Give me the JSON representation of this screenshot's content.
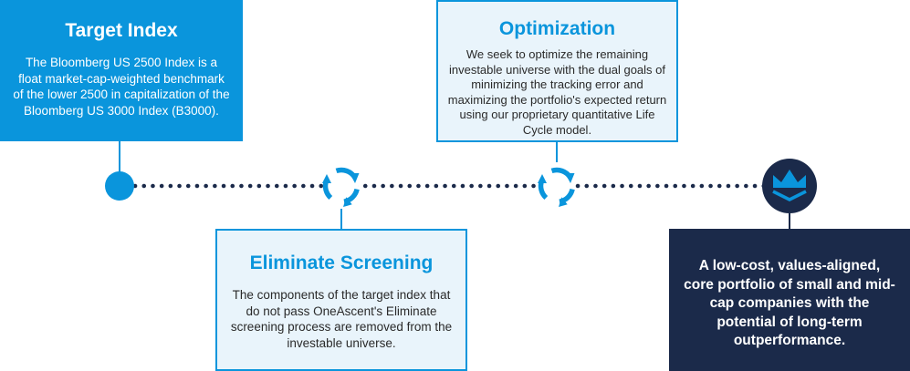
{
  "steps": {
    "target_index": {
      "title": "Target Index",
      "text": "The Bloomberg US 2500 Index is a float market-cap-weighted benchmark of the lower 2500 in capitalization of the Bloomberg US 3000 Index (B3000)."
    },
    "eliminate_screening": {
      "title": "Eliminate Screening",
      "text": "The components of the target index that do not pass OneAscent's Eliminate screening process are removed from the investable universe."
    },
    "optimization": {
      "title": "Optimization",
      "text": "We seek to optimize the remaining investable universe with the dual goals of minimizing the tracking error and maximizing the portfolio's expected return using our proprietary quantitative Life Cycle model."
    },
    "outcome": {
      "text": "A low-cost, values-aligned, core portfolio of small and mid-cap companies with the potential of long-term outperformance."
    }
  },
  "icons": [
    "start-dot-icon",
    "cycle-arrows-icon",
    "cycle-arrows-icon",
    "crown-icon"
  ],
  "colors": {
    "primary_blue": "#0a95dc",
    "light_blue_bg": "#e9f4fb",
    "navy": "#1b2a4a",
    "timeline_dots": "#1b2a4a"
  }
}
